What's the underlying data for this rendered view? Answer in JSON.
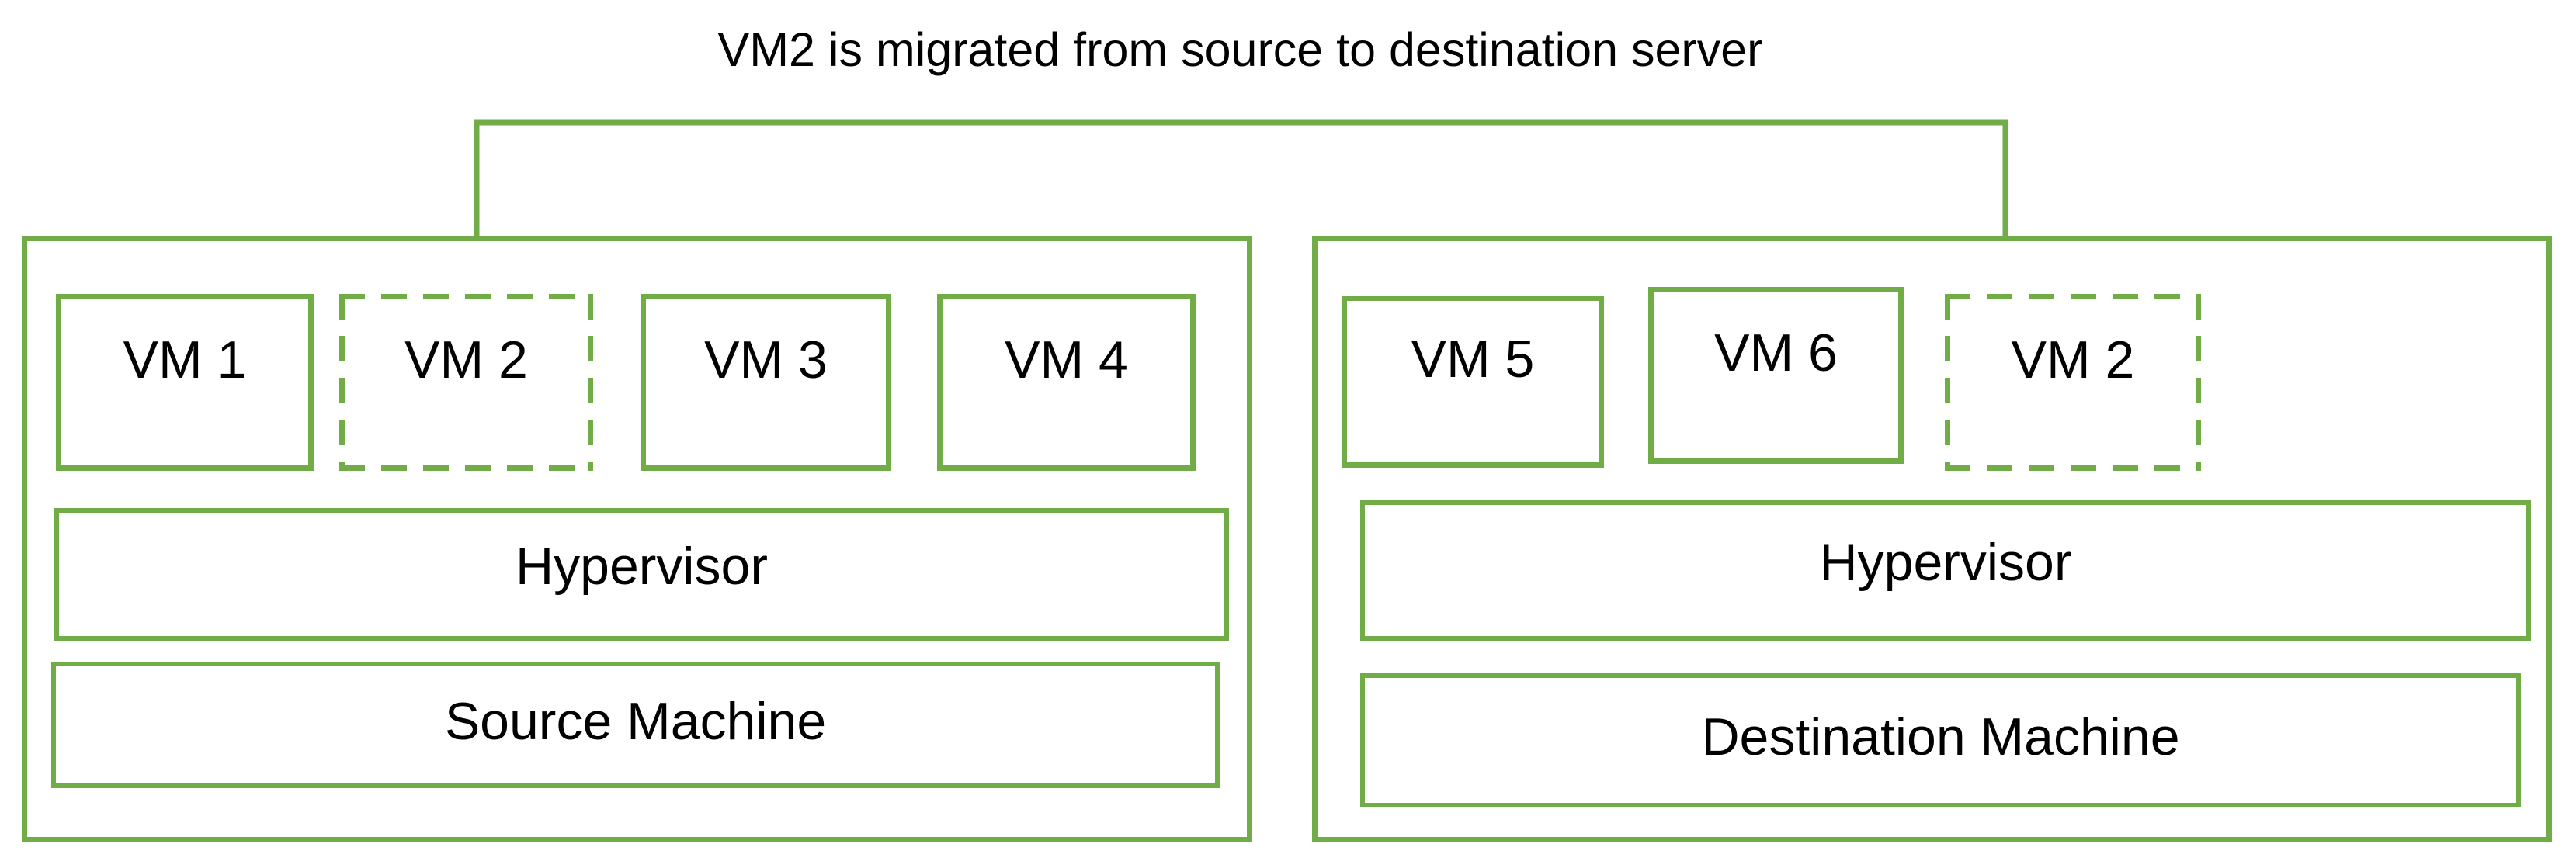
{
  "title": "VM2 is migrated from source to destination server",
  "colors": {
    "accent_green": "#70AD47",
    "text": "#000000",
    "background": "#FFFFFF"
  },
  "migration_arrow": {
    "shape": "elbow-down-arrow",
    "from_vm": "VM 2",
    "to_vm": "VM 2"
  },
  "source_server": {
    "vms": [
      {
        "label": "VM 1",
        "style": "solid"
      },
      {
        "label": "VM 2",
        "style": "dashed"
      },
      {
        "label": "VM 3",
        "style": "solid"
      },
      {
        "label": "VM 4",
        "style": "solid"
      }
    ],
    "hypervisor_label": "Hypervisor",
    "machine_label": "Source Machine"
  },
  "destination_server": {
    "vms": [
      {
        "label": "VM 5",
        "style": "solid"
      },
      {
        "label": "VM 6",
        "style": "solid"
      },
      {
        "label": "VM 2",
        "style": "dashed"
      }
    ],
    "hypervisor_label": "Hypervisor",
    "machine_label": "Destination Machine"
  }
}
